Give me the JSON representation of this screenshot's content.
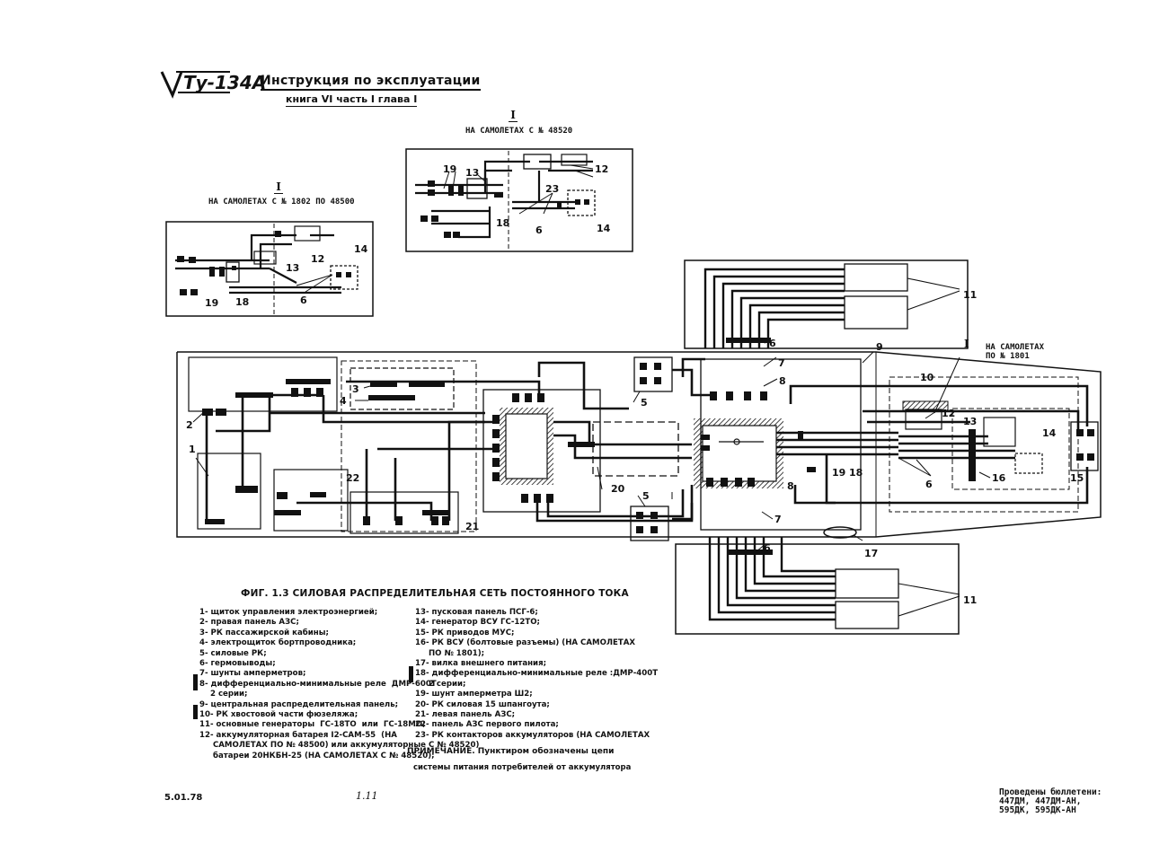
{
  "header": {
    "logo": "Ту-134А",
    "title": "Инструкция   по   эксплуатации",
    "subtitle": "книга VI   часть I   глава I"
  },
  "inset_right": {
    "roman": "I",
    "caption": "НА САМОЛЕТАХ С № 48520"
  },
  "inset_left": {
    "roman": "I",
    "caption": "НА САМОЛЕТАХ С № 1802 ПО 48500"
  },
  "inset_main": {
    "roman": "I",
    "caption_line1": "НА САМОЛЕТАХ",
    "caption_line2": "ПО № 1801"
  },
  "figure_caption": "ФИГ. 1.3 СИЛОВАЯ РАСПРЕДЕЛИТЕЛЬНАЯ   СЕТЬ ПОСТОЯННОГО ТОКА",
  "legend_left": [
    "1- щиток управления электроэнергией;",
    "2- правая панель АЗС;",
    "3- РК пассажирской кабины;",
    "4- электрощиток бортпроводника;",
    "5- силовые РК;",
    "6- гермовыводы;",
    "7- шунты амперметров;",
    "8- дифференциально-минимальные реле  ДМР-600Т",
    "    2 серии;",
    "9- центральная распределительная панель;",
    "10- РК хвостовой части фюзеляжа;",
    "11- основные генераторы  ГС-18ТО  или  ГС-18МО;",
    "12- аккумуляторная батарея I2-САМ-55  (НА",
    "     САМОЛЕТАХ ПО № 48500) или аккумуляторные",
    "     батареи 20НКБН-25 (НА САМОЛЕТАХ С № 48520);"
  ],
  "legend_right": [
    "13- пусковая панель ПСГ-6;",
    "14- генератор ВСУ ГС-12ТО;",
    "15- РК приводов МУС;",
    "16- РК ВСУ (болтовые разъемы) (НА САМОЛЕТАХ",
    "     ПО № 1801);",
    "17- вилка внешнего питания;",
    "18- дифференциально-минимальные реле :ДМР-400Т",
    "     2 серии;",
    "19- шунт амперметра Ш2;",
    "20- РК силовая 15 шпангоута;",
    "21- левая панель АЗС;",
    "22- панель АЗС первого пилота;",
    "23- РК контакторов аккумуляторов (НА САМОЛЕТАХ",
    "     С № 48520)"
  ],
  "note_line1": "ПРИМЕЧАНИЕ.  Пунктиром обозначены цепи",
  "note_line2": "системы питания потребителей от аккумулятора",
  "footer": {
    "date": "5.01.78",
    "page": "1.11",
    "bulletins": [
      "Проведены бюллетени:",
      "447ДМ, 447ДМ-АН,",
      "595ДК, 595ДК-АН"
    ]
  },
  "callouts": {
    "c1": "1",
    "c2": "2",
    "c3": "3",
    "c4": "4",
    "c5": "5",
    "c6": "6",
    "c7": "7",
    "c8": "8",
    "c9": "9",
    "c10": "10",
    "c11": "11",
    "c12": "12",
    "c13": "13",
    "c14": "14",
    "c15": "15",
    "c16": "16",
    "c17": "17",
    "c18": "18",
    "c19": "19",
    "c20": "20",
    "c21": "21",
    "c22": "22",
    "c23": "23"
  }
}
